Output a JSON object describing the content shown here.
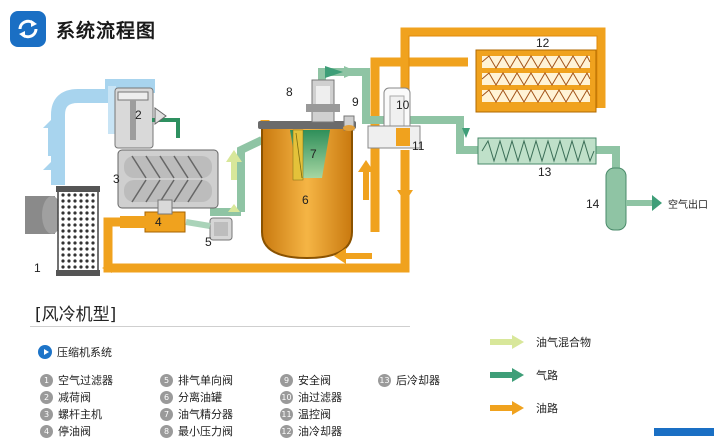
{
  "title": "系统流程图",
  "section_title": "[风冷机型]",
  "subsection": "压缩机系统",
  "numbers": [
    "1",
    "2",
    "3",
    "4",
    "5",
    "6",
    "7",
    "8",
    "9",
    "10",
    "11",
    "12",
    "13",
    "14"
  ],
  "outlet_label": "空气出口",
  "components": [
    {
      "num": "1",
      "label": "空气过滤器"
    },
    {
      "num": "2",
      "label": "减荷阀"
    },
    {
      "num": "3",
      "label": "螺杆主机"
    },
    {
      "num": "4",
      "label": "停油阀"
    },
    {
      "num": "5",
      "label": "排气单向阀"
    },
    {
      "num": "6",
      "label": "分离油罐"
    },
    {
      "num": "7",
      "label": "油气精分器"
    },
    {
      "num": "8",
      "label": "最小压力阀"
    },
    {
      "num": "9",
      "label": "安全阀"
    },
    {
      "num": "10",
      "label": "油过滤器"
    },
    {
      "num": "11",
      "label": "温控阀"
    },
    {
      "num": "12",
      "label": "油冷却器"
    },
    {
      "num": "13",
      "label": "后冷却器"
    }
  ],
  "flow_key": [
    {
      "label": "油气混合物",
      "color": "#d8e79a"
    },
    {
      "label": "气路",
      "color": "#3e9e78"
    },
    {
      "label": "油路",
      "color": "#f0a21e"
    }
  ],
  "colors": {
    "oil": "#f0a21e",
    "air": "#8fc4a4",
    "mixture": "#d8e79a",
    "brand": "#1a6fc4",
    "intake": "#a8d4ee"
  }
}
